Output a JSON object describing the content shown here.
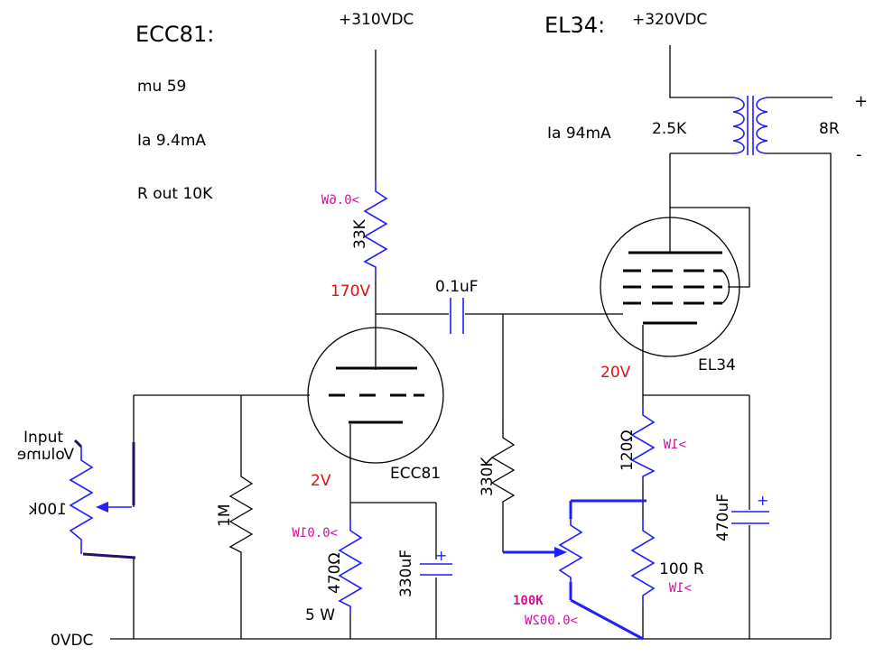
{
  "ecc81_info": {
    "title": "ECC81:",
    "mu": "mu 59",
    "ia": "Ia 9.4mA",
    "rout": "R out 10K"
  },
  "el34_info": {
    "title": "EL34:",
    "ia": "Ia 94mA"
  },
  "supplies": {
    "b_plus_1": "+310VDC",
    "b_plus_2": "+320VDC",
    "ground": "0VDC"
  },
  "transformer": {
    "primary": "2.5K",
    "secondary": "8R",
    "plus": "+",
    "minus": "-"
  },
  "components": {
    "r_anode": "33K",
    "r_anode_power": ">0.6W",
    "v_anode1": "170V",
    "c_coupling": "0.1uF",
    "r_grid_leak": "330K",
    "pot_label": "100K",
    "pot_power": ">0.002W",
    "r_grid1": "1M",
    "input": "Input",
    "volume": "Volume",
    "vol_pot": "100k",
    "v_cathode1": "2V",
    "r_cathode1": "470Ω",
    "r_cathode1_power": ">0.01W",
    "r_cathode1_rating": "5 W",
    "c_cathode1": "330uF",
    "c_cathode1_polarity": "+",
    "tube1": "ECC81",
    "tube2": "EL34",
    "v_cathode2": "20V",
    "r_cathode2": "120Ω",
    "r_cathode2_power": ">1W",
    "r_cathode2b": "100 R",
    "r_cathode2b_power": ">1W",
    "c_cathode2": "470uF",
    "c_cathode2_polarity": "+"
  }
}
